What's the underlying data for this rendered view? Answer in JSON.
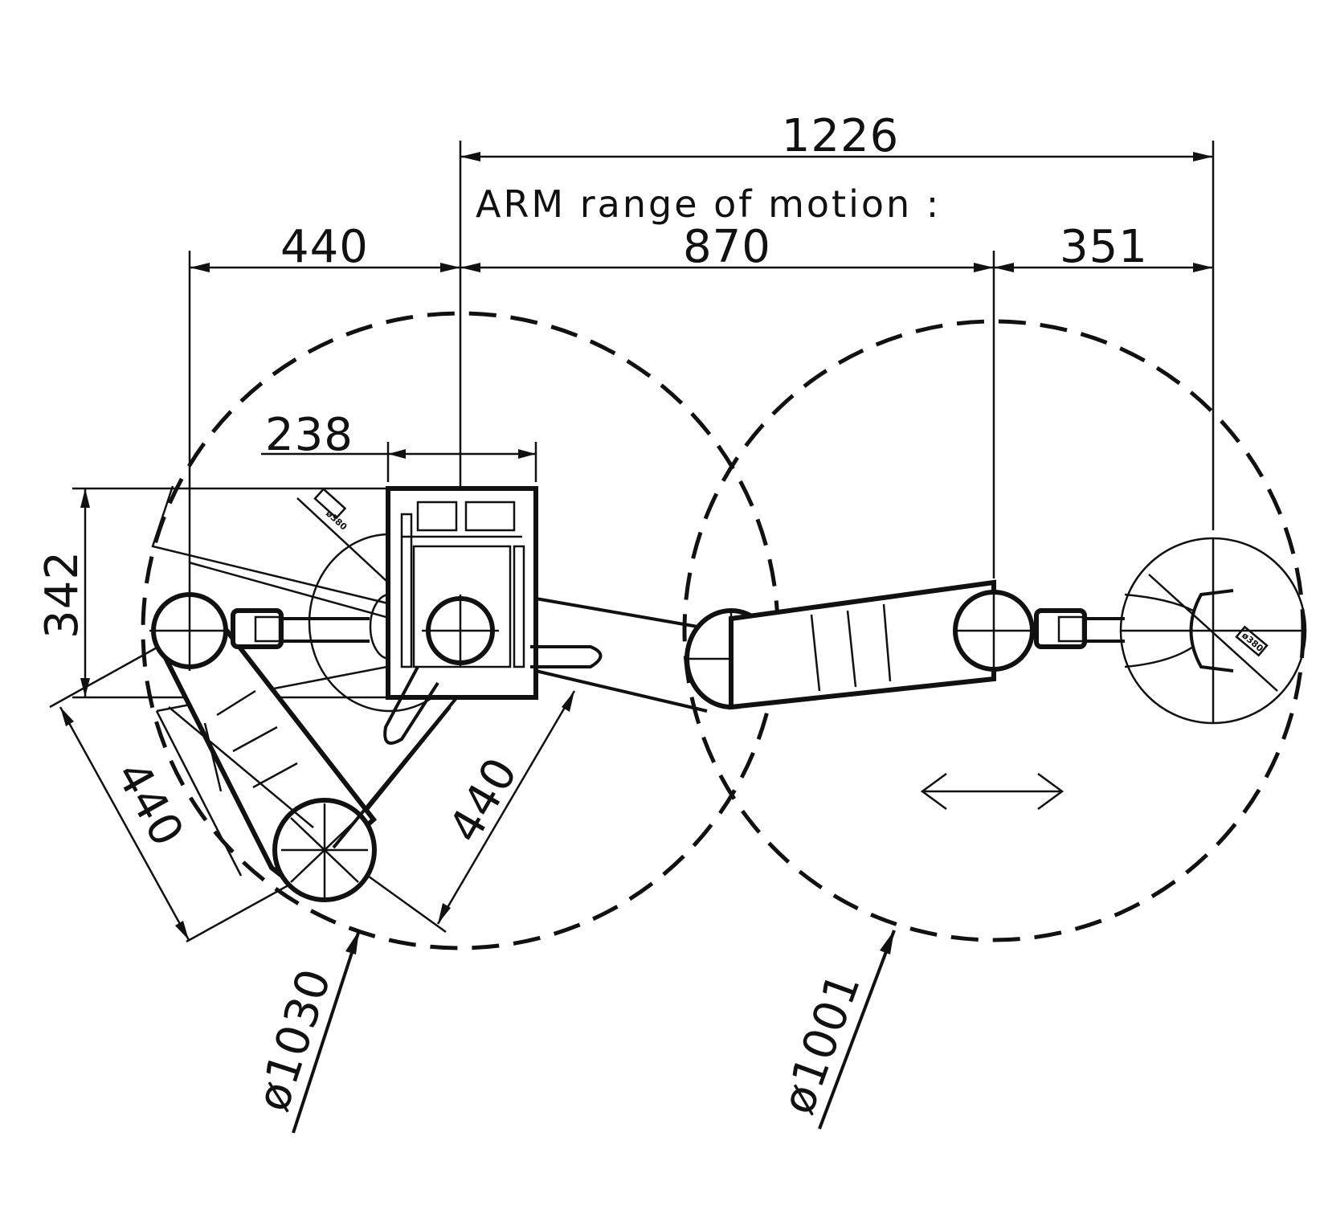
{
  "diagram": {
    "caption": "ARM range of motion :",
    "dimensions": {
      "overall_reach": "1226",
      "arm1_length": "870",
      "arm2_length": "351",
      "offset_left": "440",
      "base_width": "238",
      "base_depth": "342",
      "rotated_arm1": "440",
      "rotated_arm2": "440",
      "diameter_left": "ø1030",
      "diameter_right": "ø1001"
    },
    "small_labels": {
      "base_dia": "ø380",
      "tool_dia": "ø380"
    },
    "colors": {
      "line": "#111111",
      "background": "#ffffff"
    }
  }
}
